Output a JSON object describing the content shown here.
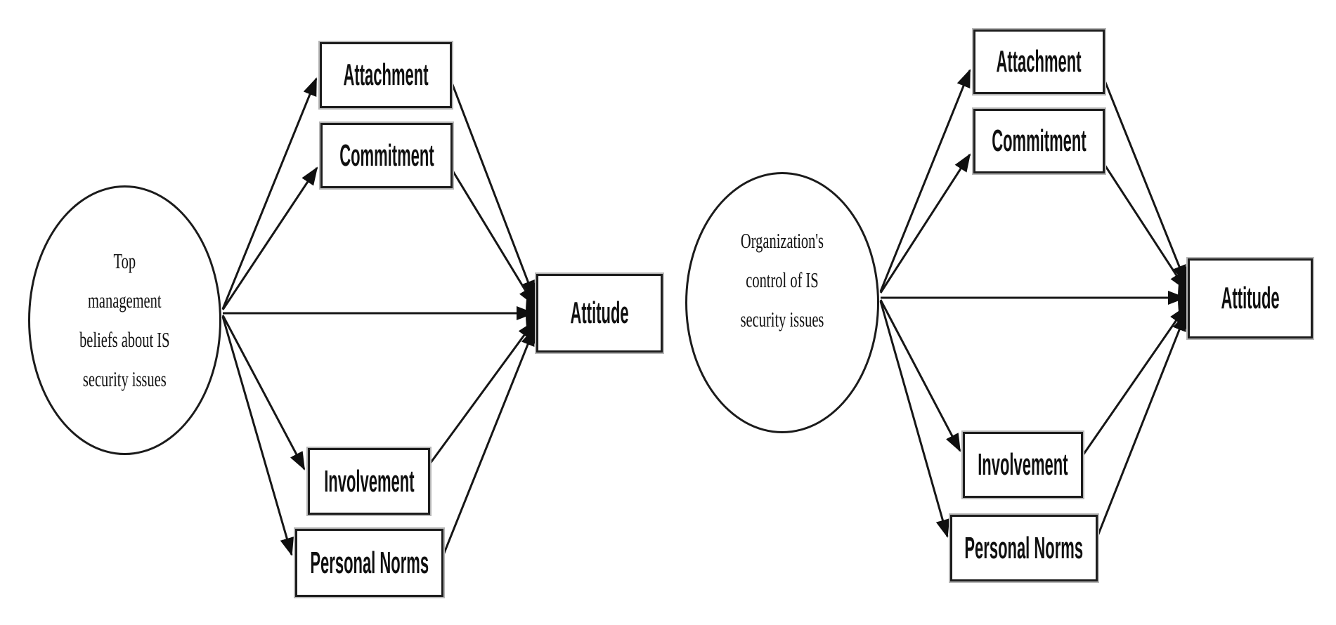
{
  "figure": {
    "type": "path-diagram",
    "background": "#ffffff",
    "panels": [
      {
        "side": "left",
        "source_construct": {
          "shape": "ellipse",
          "label": "Top management beliefs about IS security issues",
          "lines": [
            "Top",
            "management",
            "beliefs about IS",
            "security issues"
          ]
        },
        "mediators": [
          "Attachment",
          "Commitment",
          "Involvement",
          "Personal Norms"
        ],
        "outcome": "Attitude",
        "edges": [
          {
            "from": "Top management beliefs about IS security issues",
            "to": "Attachment"
          },
          {
            "from": "Top management beliefs about IS security issues",
            "to": "Commitment"
          },
          {
            "from": "Top management beliefs about IS security issues",
            "to": "Attitude"
          },
          {
            "from": "Top management beliefs about IS security issues",
            "to": "Involvement"
          },
          {
            "from": "Top management beliefs about IS security issues",
            "to": "Personal Norms"
          },
          {
            "from": "Attachment",
            "to": "Attitude"
          },
          {
            "from": "Commitment",
            "to": "Attitude"
          },
          {
            "from": "Involvement",
            "to": "Attitude"
          },
          {
            "from": "Personal Norms",
            "to": "Attitude"
          }
        ]
      },
      {
        "side": "right",
        "source_construct": {
          "shape": "ellipse",
          "label": "Organization's control of IS security issues",
          "lines": [
            "Organization's",
            "control of IS",
            "security issues"
          ]
        },
        "mediators": [
          "Attachment",
          "Commitment",
          "Involvement",
          "Personal Norms"
        ],
        "outcome": "Attitude",
        "edges": [
          {
            "from": "Organization's control of IS security issues",
            "to": "Attachment"
          },
          {
            "from": "Organization's control of IS security issues",
            "to": "Commitment"
          },
          {
            "from": "Organization's control of IS security issues",
            "to": "Attitude"
          },
          {
            "from": "Organization's control of IS security issues",
            "to": "Involvement"
          },
          {
            "from": "Organization's control of IS security issues",
            "to": "Personal Norms"
          },
          {
            "from": "Attachment",
            "to": "Attitude"
          },
          {
            "from": "Commitment",
            "to": "Attitude"
          },
          {
            "from": "Involvement",
            "to": "Attitude"
          },
          {
            "from": "Personal Norms",
            "to": "Attitude"
          }
        ]
      }
    ]
  },
  "colors": {
    "line": "#161616",
    "arrowhead": "#0f0f0f",
    "node_border": "#1d1d1d",
    "node_halo": "#b6b6b6",
    "text": "#101010",
    "background": "#ffffff"
  }
}
